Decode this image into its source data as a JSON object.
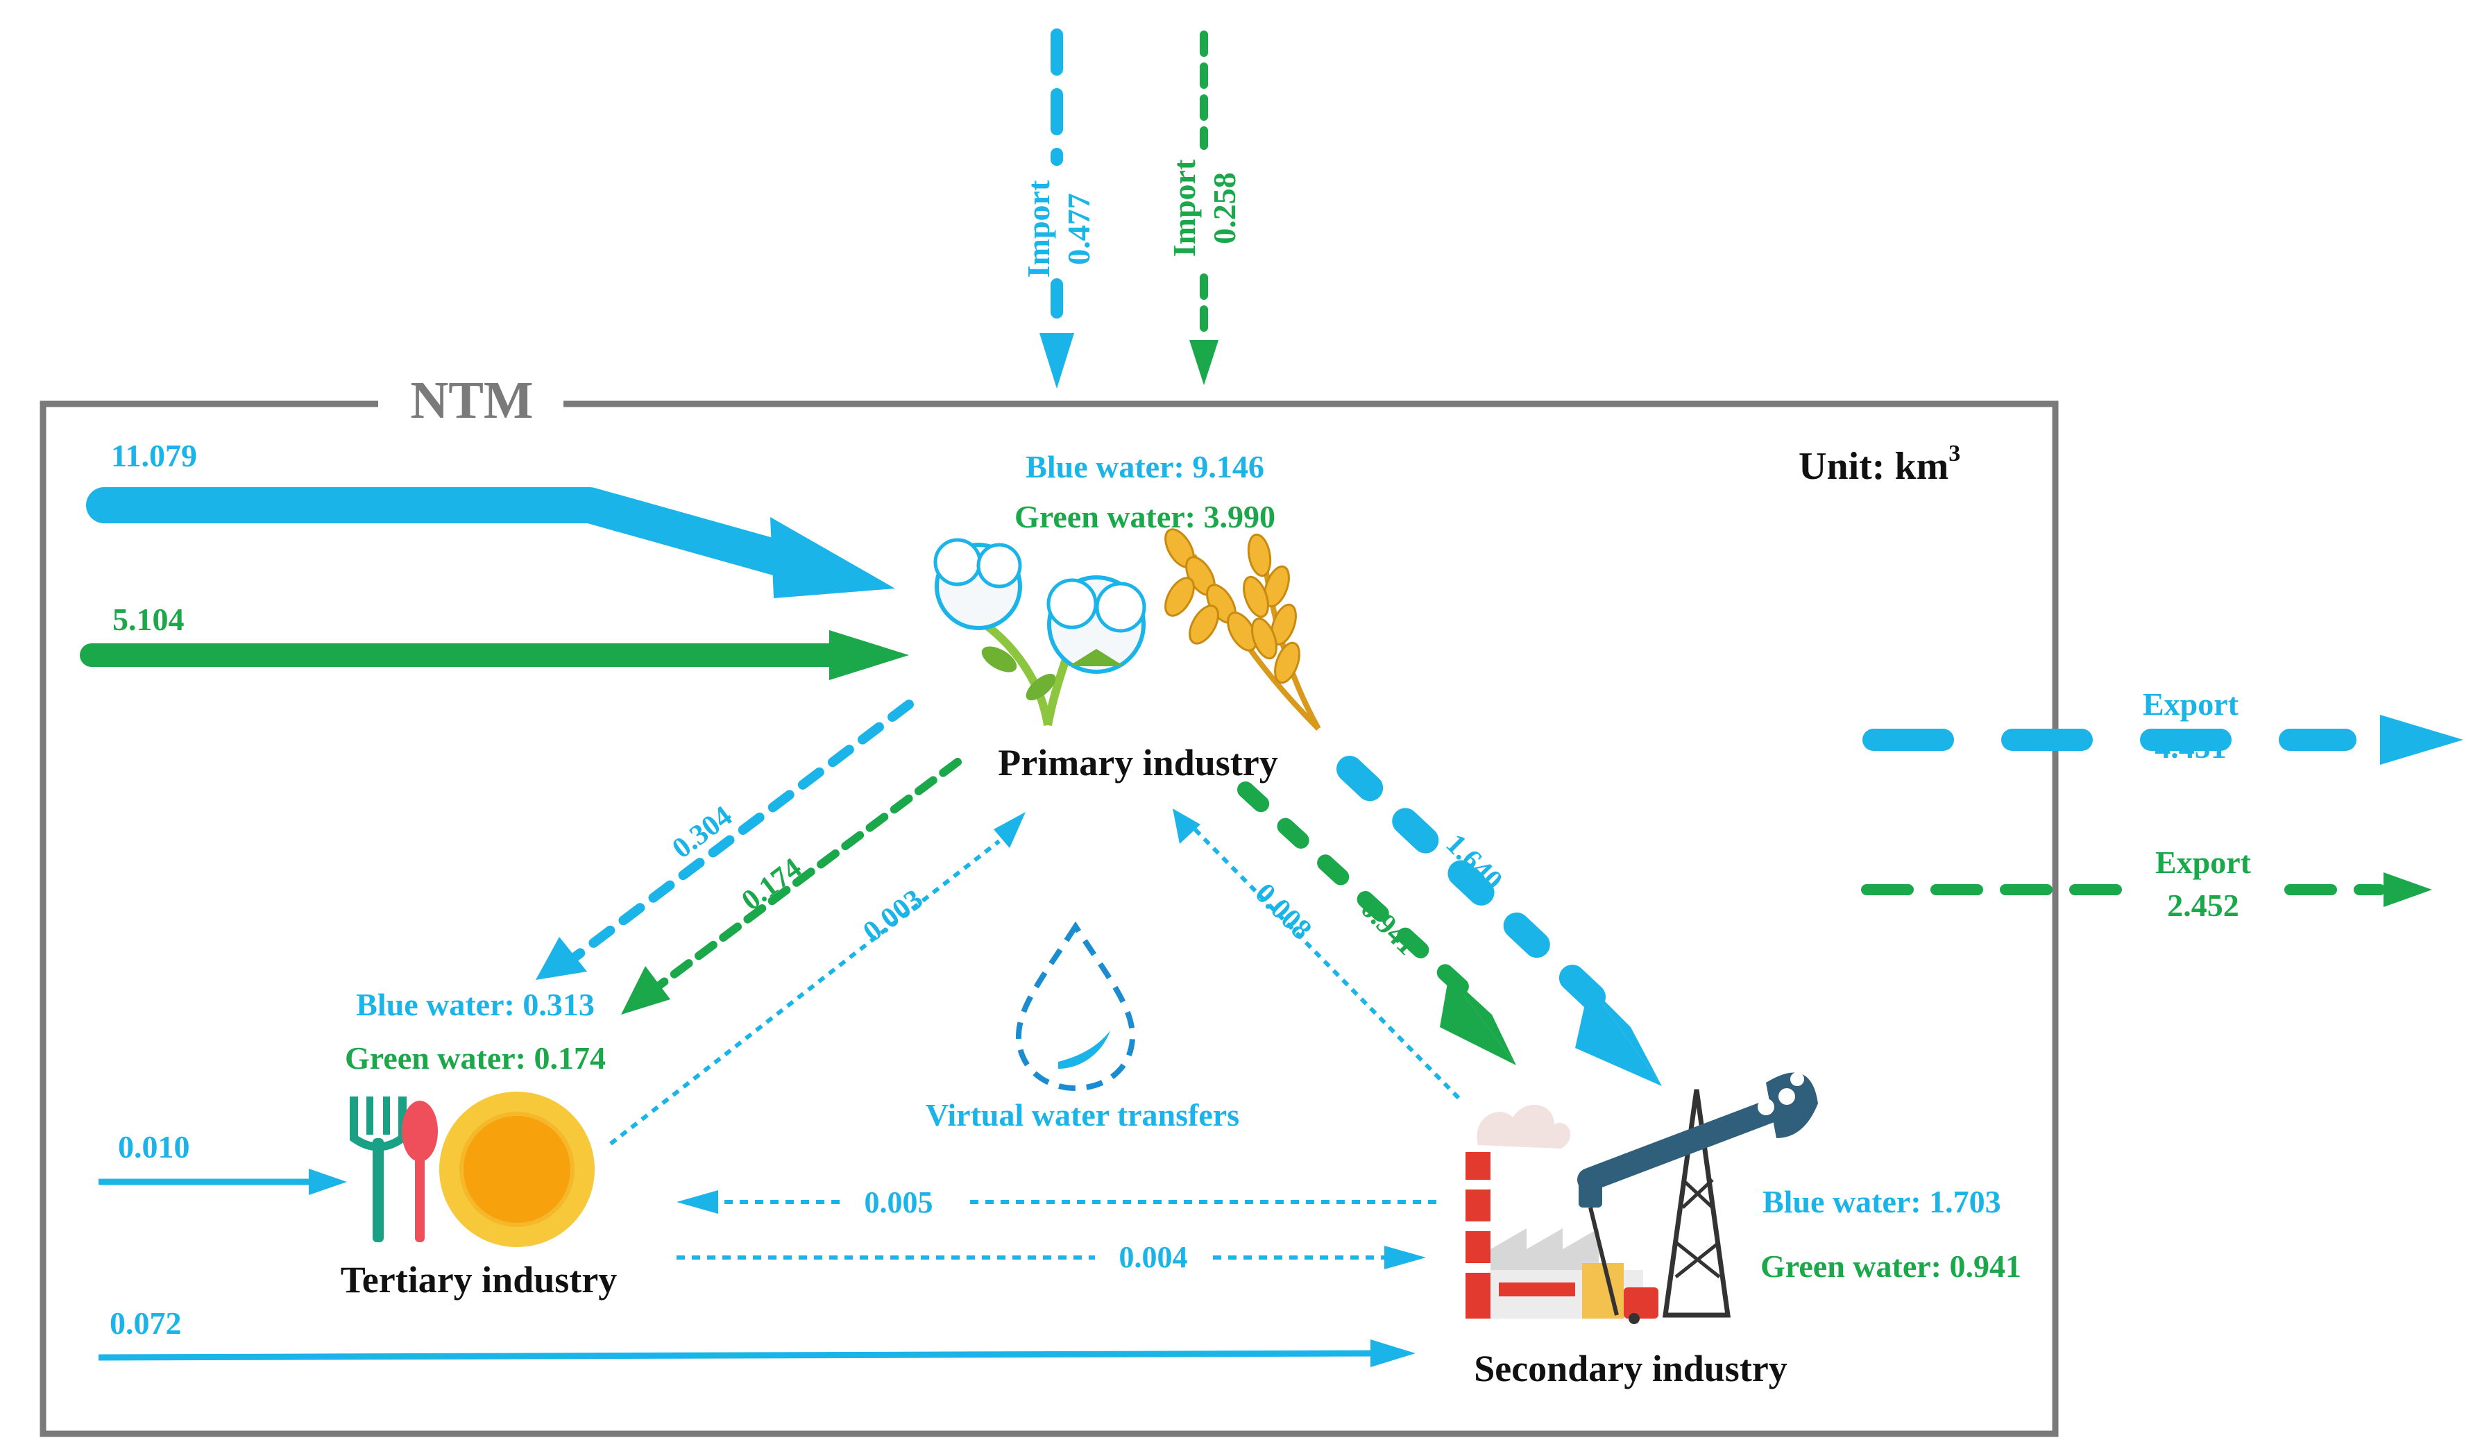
{
  "frame": {
    "name": "NTM",
    "unit_prefix": "Unit: km",
    "unit_sup": "3"
  },
  "colors": {
    "blue": "#1ab4e8",
    "green": "#1aa84b",
    "frame": "#7a7a7a",
    "text": "#111111"
  },
  "imports": {
    "blue": {
      "label": "Import",
      "value": "0.477"
    },
    "green": {
      "label": "Import",
      "value": "0.258"
    }
  },
  "exports": {
    "blue": {
      "label": "Export",
      "value": "4.451"
    },
    "green": {
      "label": "Export",
      "value": "2.452"
    }
  },
  "primary": {
    "name": "Primary industry",
    "blue": "Blue water: 9.146",
    "green": "Green water: 3.990"
  },
  "secondary": {
    "name": "Secondary industry",
    "blue": "Blue water: 1.703",
    "green": "Green water: 0.941"
  },
  "tertiary": {
    "name": "Tertiary industry",
    "blue": "Blue water: 0.313",
    "green": "Green water: 0.174"
  },
  "inflows": {
    "primary_blue": "11.079",
    "primary_green": "5.104",
    "tertiary_blue": "0.010",
    "secondary_blue": "0.072"
  },
  "transfers": {
    "p_to_t_blue": "0.304",
    "p_to_t_green": "0.174",
    "t_to_p_blue": "0.003",
    "p_to_s_blue": "1.640",
    "p_to_s_green": "0.941",
    "s_to_p_blue": "0.008",
    "s_to_t_blue": "0.005",
    "t_to_s_blue": "0.004"
  },
  "center_label": "Virtual water transfers",
  "icons": [
    "cotton-icon",
    "wheat-icon",
    "cutlery-plate-icon",
    "factory-icon",
    "oil-pump-icon",
    "water-drop-icon"
  ]
}
